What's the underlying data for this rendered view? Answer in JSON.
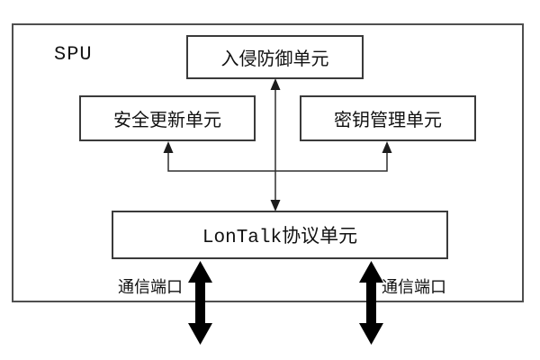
{
  "diagram": {
    "title": "SPU",
    "units": {
      "intrusion_prevention": "入侵防御单元",
      "security_update": "安全更新单元",
      "key_management": "密钥管理单元",
      "lontalk_protocol": "LonTalk协议单元"
    },
    "ports": {
      "left_label": "通信端口",
      "right_label": "通信端口"
    },
    "colors": {
      "background": "#ffffff",
      "thin_line": "#2f2f2f",
      "box_border": "#3a3a3a",
      "outer_border": "#4f4f4f",
      "thick_arrow": "#000000",
      "text": "#111111"
    }
  }
}
